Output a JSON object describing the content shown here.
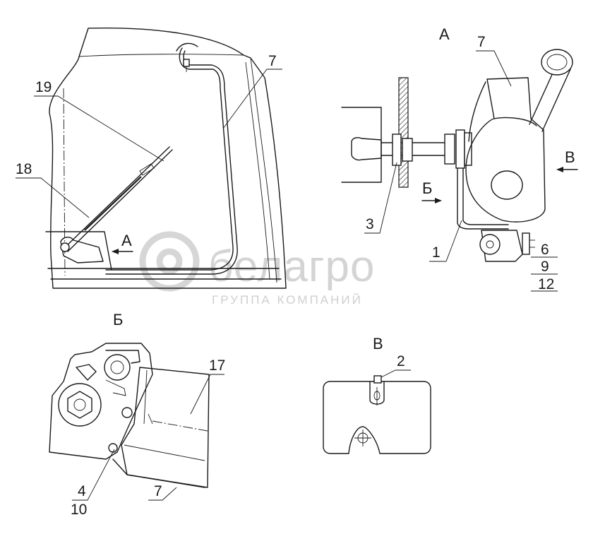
{
  "view_letters": {
    "view_a": "А",
    "view_b": "Б",
    "view_v": "В",
    "arrow_a": "А",
    "arrow_b": "Б",
    "arrow_v": "В"
  },
  "callouts": {
    "n19": "19",
    "n18": "18",
    "n7_main": "7",
    "n7_a": "7",
    "n3": "3",
    "n1": "1",
    "n6": "6",
    "n9": "9",
    "n12": "12",
    "n17": "17",
    "n4": "4",
    "n10": "10",
    "n7_b": "7",
    "n2": "2"
  },
  "watermark": {
    "brand": "белагро",
    "tagline": "ГРУППА КОМПАНИЙ",
    "color": "#d4d4d4"
  }
}
